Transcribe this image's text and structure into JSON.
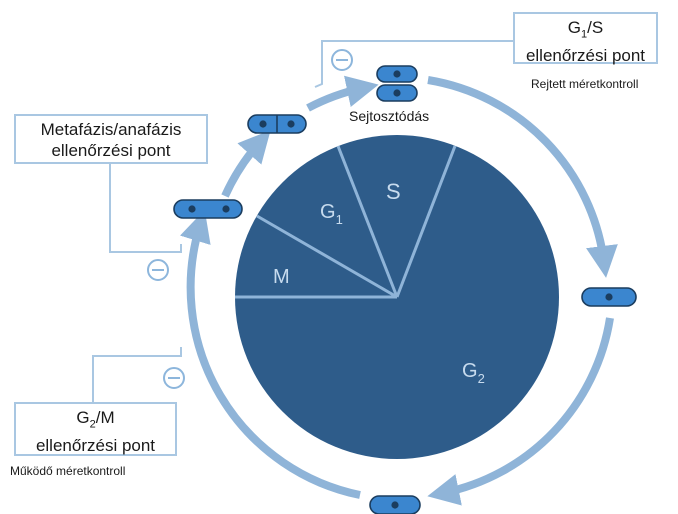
{
  "colors": {
    "pie_fill": "#2e5c8a",
    "pie_lines": "#8fb4d8",
    "arrow_ring": "#8fb4d8",
    "cell_fill": "#3b86cf",
    "cell_outline": "#1b3d5f",
    "box_border": "#a9c7e2"
  },
  "pie": {
    "labels": {
      "g1": "G1",
      "s": "S",
      "m": "M",
      "g2": "G2"
    },
    "label_parts": {
      "g1": {
        "letter": "G",
        "sub": "1"
      },
      "g2": {
        "letter": "G",
        "sub": "2"
      }
    }
  },
  "checkpoints": {
    "g1s": {
      "line1_main": "G",
      "line1_sub": "1",
      "line1_rest": "/S",
      "line2": "ellenőrzési pont"
    },
    "metaphase": {
      "line1": "Metafázis/anafázis",
      "line2": "ellenőrzési pont"
    },
    "g2m": {
      "line1_main": "G",
      "line1_sub": "2",
      "line1_rest": "/M",
      "line2": "ellenőrzési pont"
    }
  },
  "captions": {
    "hidden": "Rejtett méretkontroll",
    "active": "Működő méretkontroll",
    "division": "Sejtosztódás"
  },
  "icons": [
    "minus-inhibition-icon",
    "cell-icon",
    "dividing-cell-icon"
  ]
}
